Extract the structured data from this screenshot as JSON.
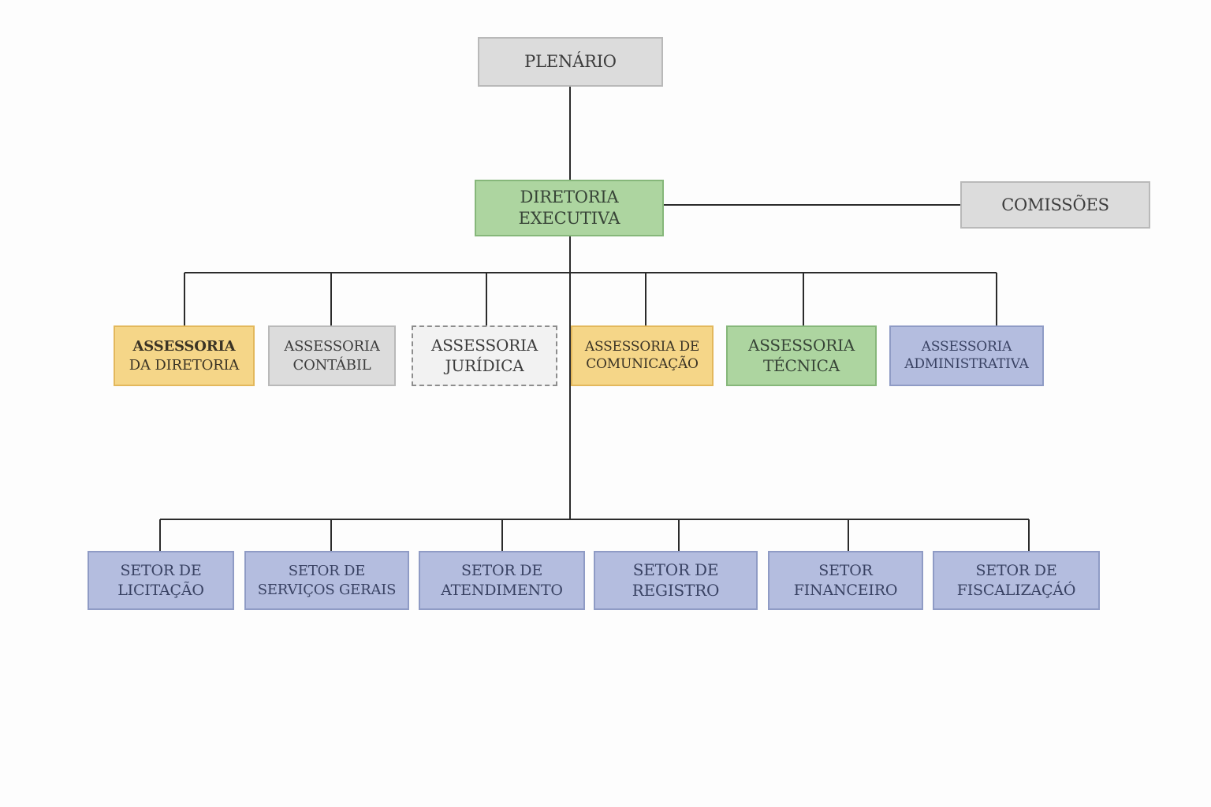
{
  "colors": {
    "connector": "#2b2b2b",
    "gray_box": "#dcdcdc",
    "green_box": "#add5a0",
    "yellow_box": "#f5d688",
    "light_dashed_box": "#f2f2f2",
    "blue_box": "#b4bddf"
  },
  "org_chart": {
    "top": {
      "lines": [
        "PLENÁRIO"
      ]
    },
    "executive": {
      "lines": [
        "DIRETORIA",
        "EXECUTIVA"
      ]
    },
    "side": {
      "lines": [
        "COMISSÕES"
      ]
    },
    "advisory": [
      {
        "lines": [
          "ASSESSORIA",
          "DA DIRETORIA"
        ]
      },
      {
        "lines": [
          "ASSESSORIA",
          "CONTÁBIL"
        ]
      },
      {
        "lines": [
          "ASSESSORIA",
          "JURÍDICA"
        ]
      },
      {
        "lines": [
          "ASSESSORIA DE",
          "COMUNICAÇÃO"
        ]
      },
      {
        "lines": [
          "ASSESSORIA",
          "TÉCNICA"
        ]
      },
      {
        "lines": [
          "ASSESSORIA",
          "ADMINISTRATIVA"
        ]
      }
    ],
    "sectors": [
      {
        "lines": [
          "SETOR DE",
          "LICITAÇÃO"
        ]
      },
      {
        "lines": [
          "SETOR DE",
          "SERVIÇOS GERAIS"
        ]
      },
      {
        "lines": [
          "SETOR DE",
          "ATENDIMENTO"
        ]
      },
      {
        "lines": [
          "SETOR DE",
          "REGISTRO"
        ]
      },
      {
        "lines": [
          "SETOR",
          "FINANCEIRO"
        ]
      },
      {
        "lines": [
          "SETOR DE",
          "FISCALIZAÇÁÓ"
        ]
      }
    ]
  }
}
